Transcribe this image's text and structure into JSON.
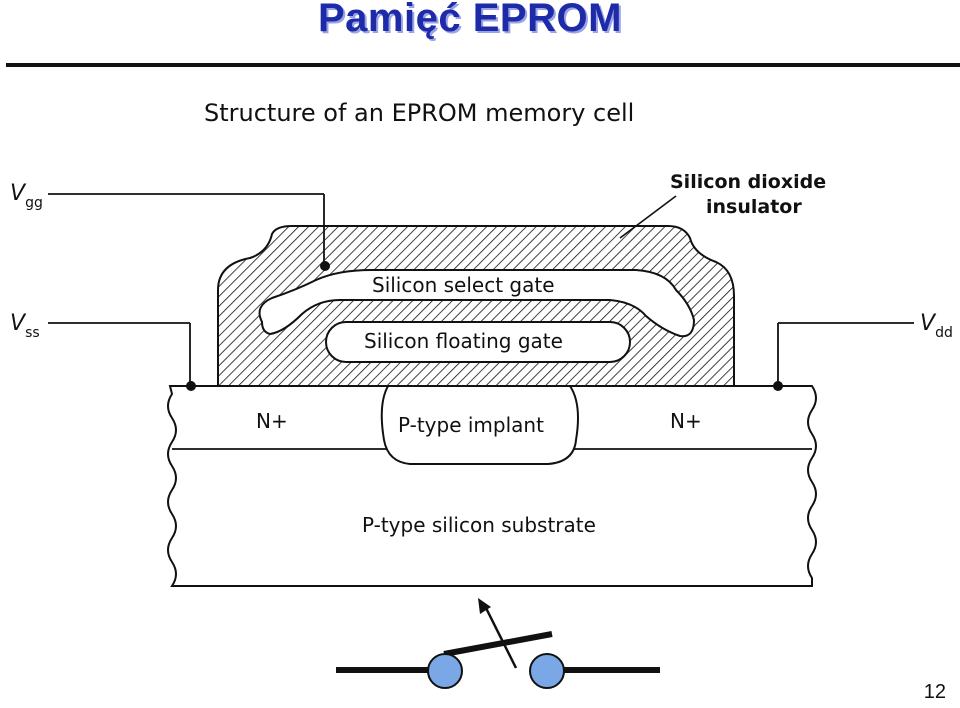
{
  "slide": {
    "title": "Pamięć EPROM",
    "page_number": "12"
  },
  "diagram": {
    "caption": "Structure of an EPROM memory cell",
    "labels": {
      "vgg_main": "V",
      "vgg_sub": "gg",
      "vss_main": "V",
      "vss_sub": "ss",
      "vdd_main": "V",
      "vdd_sub": "dd",
      "oxide_line1": "Silicon dioxide",
      "oxide_line2": "insulator",
      "select_gate": "Silicon select gate",
      "floating_gate": "Silicon floating gate",
      "n_plus_left": "N+",
      "p_implant": "P-type implant",
      "n_plus_right": "N+",
      "substrate": "P-type silicon substrate"
    },
    "colors": {
      "switch_contact": "#7aa7e6",
      "title": "#1e2ba8"
    }
  }
}
